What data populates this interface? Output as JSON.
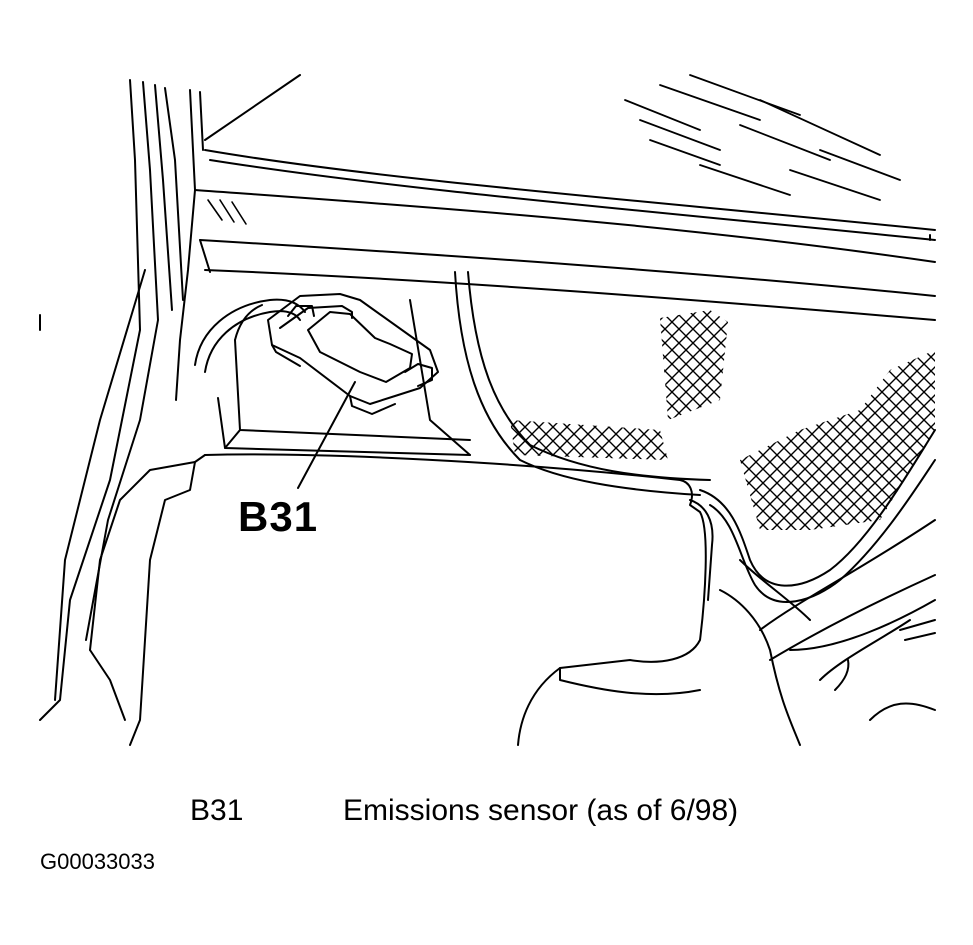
{
  "callout": {
    "label": "B31"
  },
  "legend": {
    "code": "B31",
    "description": "Emissions sensor (as of 6/98)"
  },
  "figure_id": "G00033033"
}
